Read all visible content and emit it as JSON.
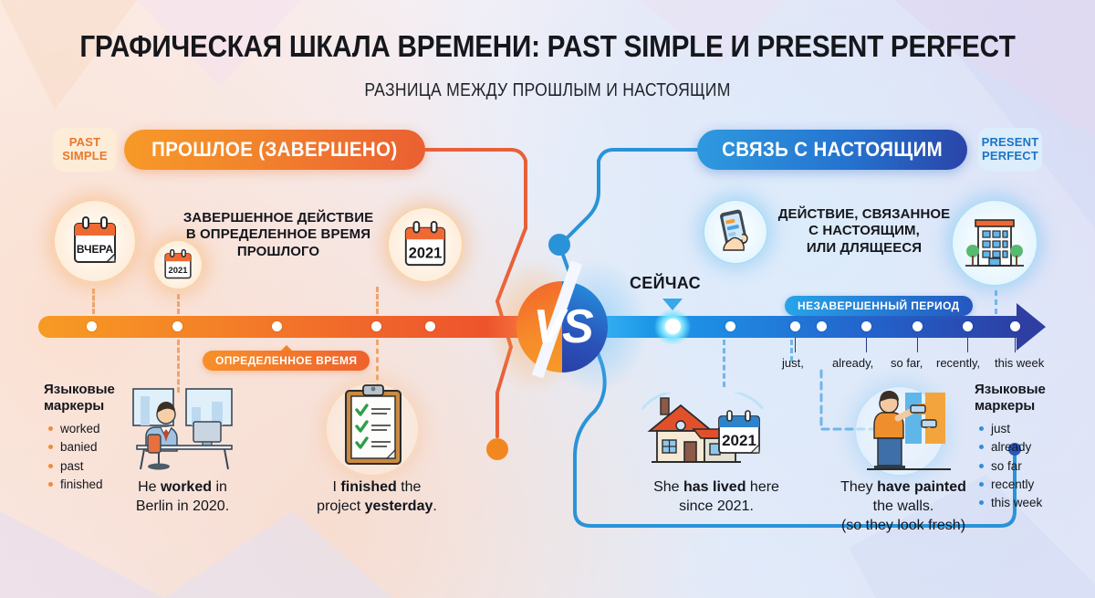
{
  "header": {
    "title": "ГРАФИЧЕСКАЯ ШКАЛА ВРЕМЕНИ: PAST SIMPLE И PRESENT PERFECT",
    "subtitle": "РАЗНИЦА МЕЖДУ ПРОШЛЫМ И НАСТОЯЩИМ"
  },
  "left": {
    "chip_line1": "PAST",
    "chip_line2": "SIMPLE",
    "banner": "ПРОШЛОЕ (ЗАВЕРШЕНО)",
    "blurb_l1": "ЗАВЕРШЕННОЕ ДЕЙСТВИЕ",
    "blurb_l2": "В ОПРЕДЕЛЕННОЕ ВРЕМЯ",
    "blurb_l3": "ПРОШЛОГО",
    "calendar_yesterday": "ВЧЕРА",
    "calendar_small_year": "2021",
    "calendar_big_year": "2021",
    "period_pill": "ОПРЕДЕЛЕННОЕ ВРЕМЯ",
    "markers_title_l1": "Языковые",
    "markers_title_l2": "маркеры",
    "markers": [
      "worked",
      "banied",
      "past",
      "finished"
    ],
    "example1_l1_a": "He ",
    "example1_l1_b": "worked",
    "example1_l1_c": " in",
    "example1_l2": "Berlin in 2020.",
    "example2_l1_a": "I ",
    "example2_l1_b": "finished",
    "example2_l1_c": " the",
    "example2_l2_a": "project ",
    "example2_l2_b": "yesterday",
    "example2_l2_c": "."
  },
  "center": {
    "vs": "VS"
  },
  "right": {
    "chip_line1": "PRESENT",
    "chip_line2": "PERFECT",
    "banner": "СВЯЗЬ С НАСТОЯЩИМ",
    "blurb_l1": "ДЕЙСТВИЕ, СВЯЗАННОЕ",
    "blurb_l2": "С НАСТОЯЩИМ,",
    "blurb_l3": "ИЛИ ДЛЯЩЕЕСЯ",
    "now_label": "СЕЙЧАС",
    "period_pill": "НЕЗАВЕРШЕННЫЙ ПЕРИОД",
    "ticks": [
      "just,",
      "already,",
      "so far,",
      "recently,",
      "this week"
    ],
    "markers_title_l1": "Языковые",
    "markers_title_l2": "маркеры",
    "markers": [
      "just",
      "already",
      "so far",
      "recently",
      "this week"
    ],
    "house_year": "2021",
    "example1_l1_a": "She ",
    "example1_l1_b": "has lived",
    "example1_l1_c": " here",
    "example1_l2": "since 2021.",
    "example2_l1_a": "They ",
    "example2_l1_b": "have painted",
    "example2_l2": "the walls.",
    "example2_l3": "(so they look fresh)"
  },
  "colors": {
    "orange": "#f2842c",
    "orange_deep": "#ec4b2d",
    "blue": "#2573cf",
    "blue_deep": "#2c3fa3",
    "cyan": "#18a9ec",
    "check_green": "#2f9e4a"
  }
}
